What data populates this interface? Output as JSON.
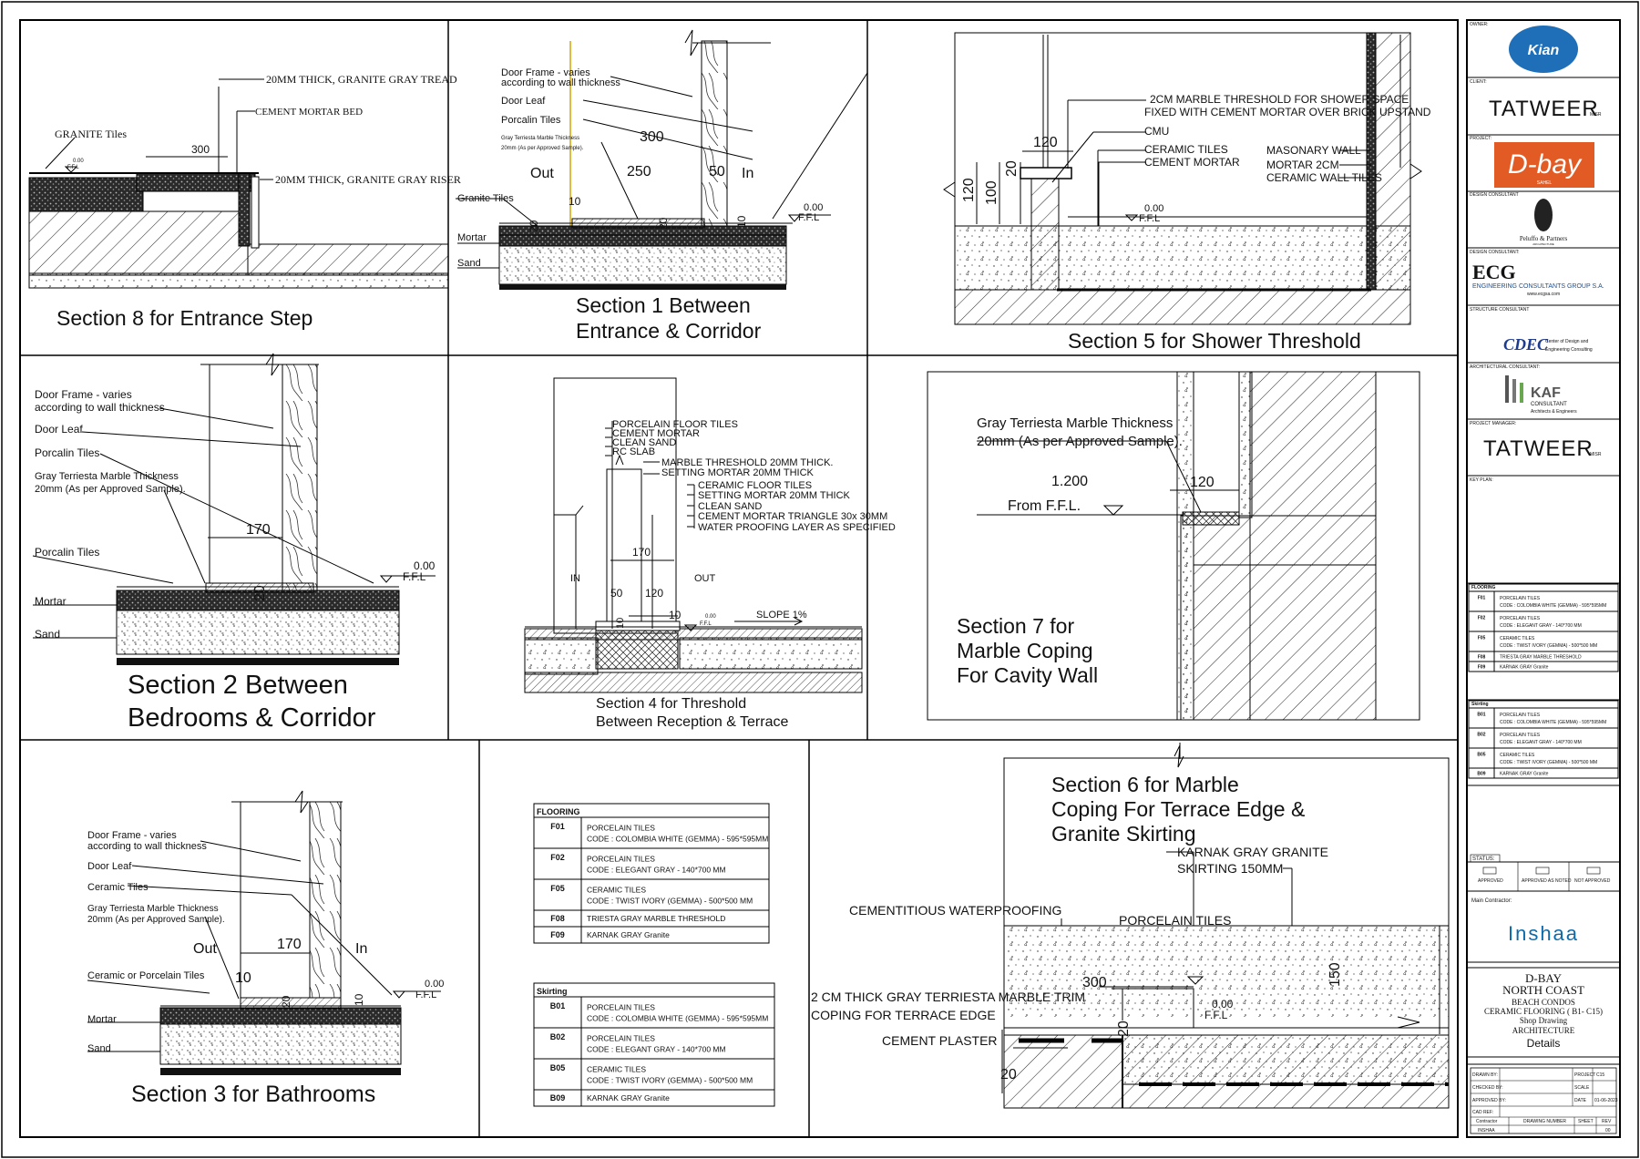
{
  "sections": {
    "s8": {
      "title": "Section 8 for Entrance Step",
      "labels": {
        "tread": "20MM THICK, GRANITE GRAY TREAD",
        "bed": "CEMENT MORTAR BED",
        "granite": "GRANITE Tiles",
        "riser": "20MM THICK, GRANITE GRAY RISER",
        "ffl_val": "0.00",
        "ffl": "F.F.L"
      },
      "dims": {
        "d300": "300"
      }
    },
    "s1": {
      "title_l1": "Section 1 Between",
      "title_l2": "Entrance & Corridor",
      "labels": {
        "df1": "Door Frame - varies",
        "df2": "according to wall thickness",
        "leaf": "Door Leaf",
        "porc": "Porcalin Tiles",
        "gray1": "Gray Terriesta  Marble Thickness",
        "gray2": "20mm (As per Approved Sample).",
        "granite": "Granite Tiles",
        "mortar": "Mortar",
        "sand": "Sand",
        "out": "Out",
        "in": "In",
        "ffl_val": "0.00",
        "ffl": "F.F.L"
      },
      "dims": {
        "d300": "300",
        "d250": "250",
        "d50": "50",
        "d10": "10",
        "d20": "20",
        "d20b": "20",
        "d10b": "10"
      }
    },
    "s5": {
      "title": "Section  5 for  Shower Threshold",
      "labels": {
        "t1": "2CM MARBLE THRESHOLD FOR SHOWER SPACE",
        "t2": "FIXED WITH CEMENT MORTAR OVER BRICK UPSTAND",
        "cmu": "CMU",
        "ceramic": "CERAMIC TILES",
        "cmortar": "CEMENT MORTAR",
        "mas": "MASONARY WALL",
        "mort2": "MORTAR 2CM",
        "cwall": "CERAMIC WALL TILES",
        "ffl_val": "0.00",
        "ffl": "F.F.L"
      },
      "dims": {
        "d120": "120",
        "d120v": "120",
        "d100": "100",
        "d20": "20"
      }
    },
    "s2": {
      "title_l1": "Section 2 Between",
      "title_l2": "Bedrooms & Corridor",
      "labels": {
        "df1": "Door Frame - varies",
        "df2": "according to wall thickness",
        "leaf": "Door Leaf",
        "porc": "Porcalin Tiles",
        "gray1": "Gray Terriesta  Marble Thickness",
        "gray2": "20mm (As per Approved Sample).",
        "porc2": "Porcalin Tiles",
        "mortar": "Mortar",
        "sand": "Sand",
        "ffl_val": "0.00",
        "ffl": "F.F.L"
      },
      "dims": {
        "d170": "170",
        "d20": "20"
      }
    },
    "s4": {
      "title_l1": "Section  4 for  Threshold",
      "title_l2": "Between Reception & Terrace",
      "labels": {
        "a1": "PORCELAIN FLOOR TILES",
        "a2": "CEMENT MORTAR",
        "a3": "CLEAN SAND",
        "a4": "RC SLAB",
        "b1": "MARBLE THRESHOLD  20MM THICK.",
        "b2": "SETTING MORTAR  20MM THICK",
        "c1": "CERAMIC FLOOR TILES",
        "c2": "SETTING MORTAR  20MM THICK",
        "c3": "CLEAN SAND",
        "c4": "CEMENT MORTAR TRIANGLE  30x  30MM",
        "c5": "WATER PROOFING LAYER AS SPECIFIED",
        "in": "IN",
        "out": "OUT",
        "slope": "SLOPE 1%",
        "ffl_val": "0.00",
        "ffl": "F.F.L"
      },
      "dims": {
        "d170": "170",
        "d50": "50",
        "d120": "120",
        "d10": "10",
        "d10v": "10"
      }
    },
    "s7": {
      "title_l1": "Section 7 for",
      "title_l2": "Marble Coping",
      "title_l3": "For Cavity Wall",
      "labels": {
        "gray1": "Gray Terriesta  Marble Thickness",
        "gray2": "20mm (As per Approved Sample).",
        "lvl": "1.200",
        "from": "From F.F.L."
      },
      "dims": {
        "d120": "120"
      }
    },
    "s3": {
      "title": "Section 3 for Bathrooms",
      "labels": {
        "df1": "Door Frame - varies",
        "df2": "according to wall thickness",
        "leaf": "Door Leaf",
        "ceramic": "Ceramic Tiles",
        "gray1": "Gray Terriesta  Marble Thickness",
        "gray2": "20mm (As per Approved Sample).",
        "cop": "Ceramic or Porcelain Tiles",
        "mortar": "Mortar",
        "sand": "Sand",
        "out": "Out",
        "in": "In",
        "ffl_val": "0.00",
        "ffl": "F.F.L"
      },
      "dims": {
        "d170": "170",
        "d10": "10",
        "d20": "20",
        "d10b": "10"
      }
    },
    "s6": {
      "title_l1": "Section  6 for  Marble",
      "title_l2": "Coping For Terrace Edge &",
      "title_l3": "Granite Skirting",
      "labels": {
        "karnak1": "KARNAK GRAY GRANITE",
        "karnak2": "SKIRTING 150MM",
        "cwp": "CEMENTITIOUS WATERPROOFING",
        "porc": "PORCELAIN TILES",
        "trim1": "2 CM THICK GRAY TERRIESTA MARBLE TRIM",
        "trim2": "COPING FOR TERRACE EDGE",
        "plaster": "CEMENT PLASTER",
        "ffl_val": "0.00",
        "ffl": "F.F.L"
      },
      "dims": {
        "d300": "300",
        "d150": "150",
        "d20": "20",
        "d20b": "20"
      }
    }
  },
  "flooring_table": {
    "header": "FLOORING",
    "rows": [
      {
        "code": "F01",
        "l1": "PORCELAIN TILES",
        "l2": "CODE : COLOMBIA WHITE (GEMMA) - 595*595MM"
      },
      {
        "code": "F02",
        "l1": "PORCELAIN TILES",
        "l2": "CODE : ELEGANT GRAY - 140*700 MM"
      },
      {
        "code": "F05",
        "l1": "CERAMIC TILES",
        "l2": "CODE : TWIST IVORY (GEMMA) - 500*500 MM"
      },
      {
        "code": "F08",
        "l1": "TRIESTA GRAY MARBLE THRESHOLD",
        "l2": ""
      },
      {
        "code": "F09",
        "l1": "KARNAK GRAY Granite",
        "l2": ""
      }
    ]
  },
  "skirting_table": {
    "header": "Skirting",
    "rows": [
      {
        "code": "B01",
        "l1": "PORCELAIN TILES",
        "l2": "CODE : COLOMBIA WHITE (GEMMA) - 595*595MM"
      },
      {
        "code": "B02",
        "l1": "PORCELAIN TILES",
        "l2": "CODE : ELEGANT GRAY - 140*700 MM"
      },
      {
        "code": "B05",
        "l1": "CERAMIC TILES",
        "l2": "CODE : TWIST IVORY (GEMMA) - 500*500 MM"
      },
      {
        "code": "B09",
        "l1": "KARNAK GRAY Granite",
        "l2": ""
      }
    ]
  },
  "titleblock": {
    "owner_h": "OWNER:",
    "owner": "Kian",
    "client_h": "CLIENT:",
    "client": "TATWEER",
    "client_sub": "MISR",
    "project_h": "PROJECT:",
    "project": "D-bay",
    "project_sub": "SAHEL",
    "design_h": "DESIGN CONSULTANT",
    "design": "Peluffo & Partners",
    "design_sub": "ARCHITECTURE",
    "design2_h": "DESIGN CONSULTANT:",
    "design2": "ECG",
    "design2_l1": "ENGINEERING CONSULTANTS GROUP S.A.",
    "design2_web": "www.ecgsa.com",
    "struct_h": "STRUCTURE CONSULTANT",
    "struct": "CDEC",
    "struct_l1": "Center of Design and",
    "struct_l2": "Engineering Consulting",
    "arch_h": "ARCHITECTURAL CONSULTANT:",
    "arch": "KAF",
    "arch_l1": "CONSULTANT",
    "arch_l2": "Architects & Engineers",
    "pm_h": "PROJECT MANAGER:",
    "pm": "TATWEER",
    "pm_sub": "MISR",
    "key_h": "KEY PLAN:",
    "status_h": "STATUS:",
    "st1": "APPROVED",
    "st2": "APPROVED AS NOTED",
    "st3": "NOT APPROVED",
    "mc_h": "Main Contractor:",
    "mc": "Inshaa",
    "p1": "D-BAY",
    "p2": "NORTH COAST",
    "p3": "BEACH CONDOS",
    "p4": "CERAMIC  FLOORING  ( B1- C15)",
    "p5": "Shop Drawing",
    "p6": "ARCHITECTURE",
    "p7": "Details",
    "f_drawn": "DRAWN BY:",
    "f_checked": "CHECKED BY:",
    "f_approved": "APPROVED BY:",
    "f_cad": "CAD REF:",
    "f_project": "PROJECT",
    "f_proj_v": "C15",
    "f_scale": "SCALE",
    "f_date": "DATE",
    "f_date_v": "01-06-2023",
    "f_contractor": "Contractor",
    "f_dwgno": "DRAWING NUMBER",
    "f_sheet": "SHEET",
    "f_rev": "REV",
    "f_contractor_v": "INSHAA",
    "f_rev_v": "00"
  }
}
